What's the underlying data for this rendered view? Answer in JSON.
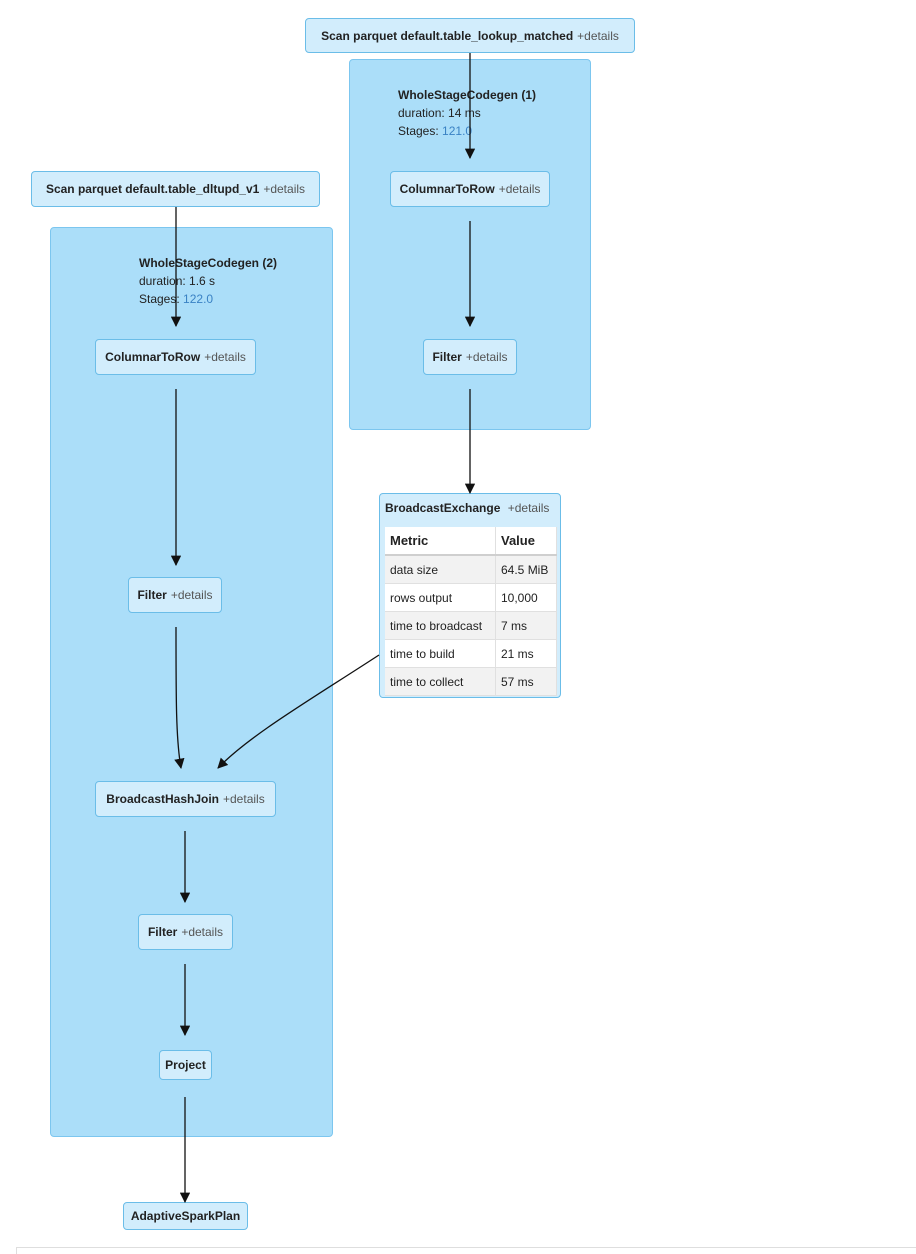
{
  "clusters": {
    "wsc1": {
      "title": "WholeStageCodegen (1)",
      "duration": "duration: 14 ms",
      "stages_label": "Stages:",
      "stages_value": "121.0"
    },
    "wsc2": {
      "title": "WholeStageCodegen (2)",
      "duration": "duration: 1.6 s",
      "stages_label": "Stages:",
      "stages_value": "122.0"
    }
  },
  "nodes": {
    "scan_lookup": {
      "name": "Scan parquet default.table_lookup_matched",
      "details": "+details"
    },
    "scan_dltupd": {
      "name": "Scan parquet default.table_dltupd_v1",
      "details": "+details"
    },
    "c2r_1": {
      "name": "ColumnarToRow",
      "details": "+details"
    },
    "filter_1": {
      "name": "Filter",
      "details": "+details"
    },
    "c2r_2": {
      "name": "ColumnarToRow",
      "details": "+details"
    },
    "filter_2": {
      "name": "Filter",
      "details": "+details"
    },
    "broadcast_exchange": {
      "name": "BroadcastExchange",
      "details": "+details"
    },
    "bhj": {
      "name": "BroadcastHashJoin",
      "details": "+details"
    },
    "filter_3": {
      "name": "Filter",
      "details": "+details"
    },
    "project": {
      "name": "Project"
    },
    "adaptive": {
      "name": "AdaptiveSparkPlan"
    }
  },
  "metrics_table": {
    "headers": {
      "metric": "Metric",
      "value": "Value"
    },
    "rows": [
      {
        "metric": "data size",
        "value": "64.5 MiB"
      },
      {
        "metric": "rows output",
        "value": "10,000"
      },
      {
        "metric": "time to broadcast",
        "value": "7 ms"
      },
      {
        "metric": "time to build",
        "value": "21 ms"
      },
      {
        "metric": "time to collect",
        "value": "57 ms"
      }
    ]
  }
}
